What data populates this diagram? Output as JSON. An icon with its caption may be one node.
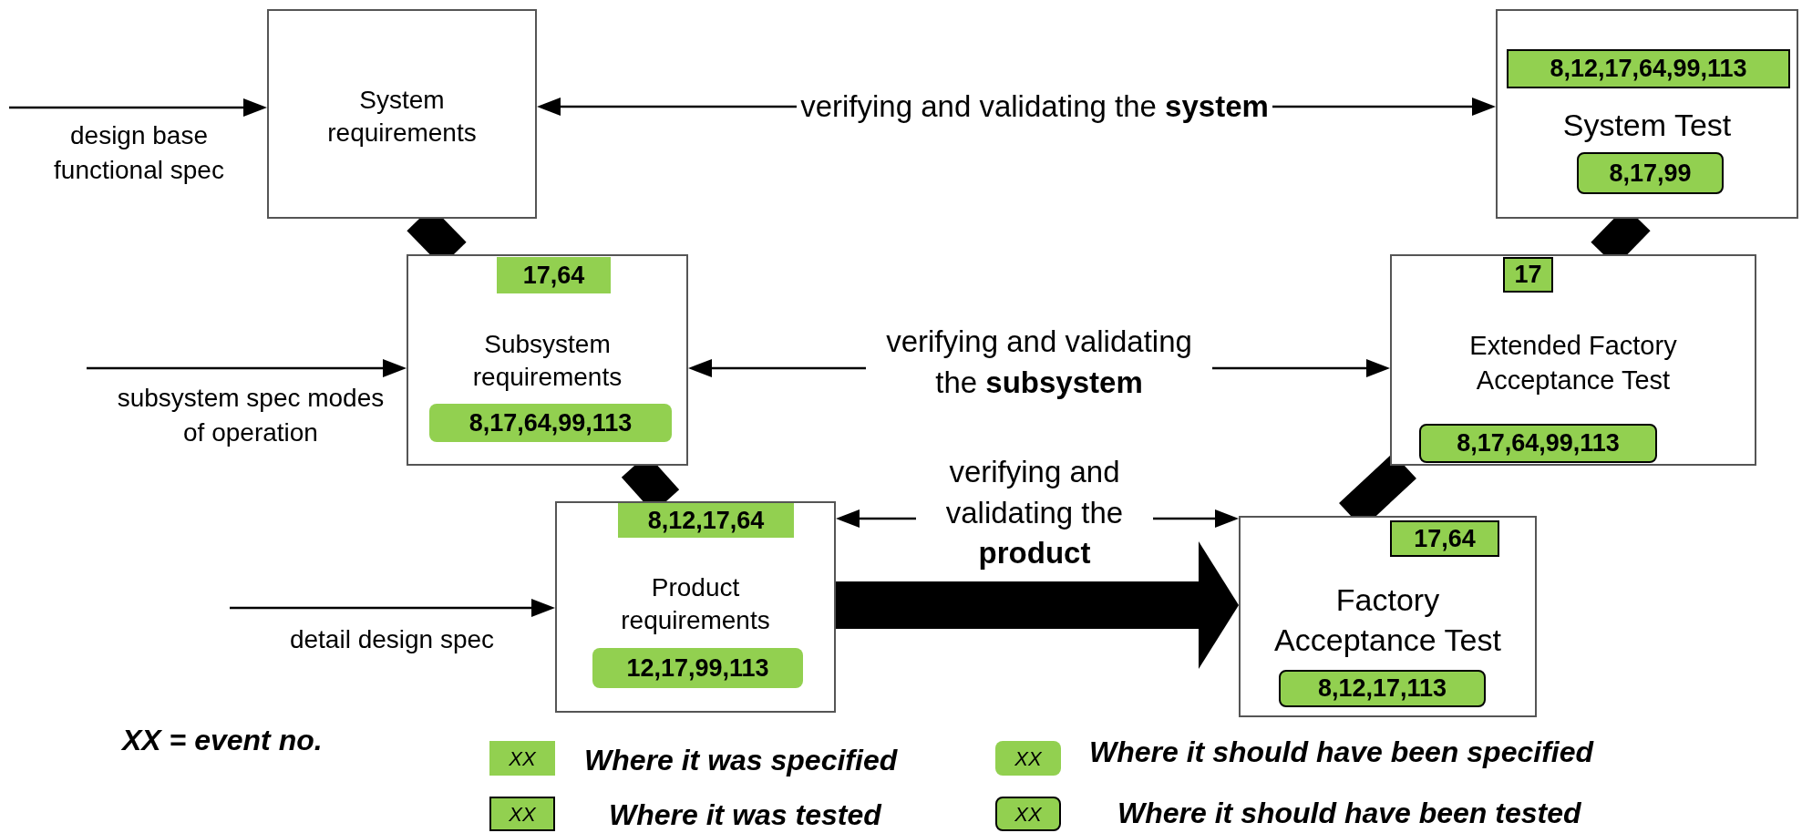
{
  "diagram": {
    "nodes": [
      {
        "text": [
          "System requirements"
        ]
      },
      {
        "text": [
          "System Test"
        ]
      },
      {
        "text": [
          "8,12,17,64,99,113"
        ],
        "in": 1
      },
      {
        "text": [
          "8,17,99"
        ],
        "in": 1
      },
      {
        "text": [
          "Subsystem requirements"
        ]
      },
      {
        "text": [
          "17,64"
        ],
        "in": 4
      },
      {
        "text": [
          "8,17,64,99,113"
        ],
        "in": 4
      },
      {
        "text": [
          "Extended Factory Acceptance Test"
        ]
      },
      {
        "text": [
          "17"
        ],
        "in": 7
      },
      {
        "text": [
          "8,17,64,99,113"
        ],
        "in": 7
      },
      {
        "text": [
          "Product requirements"
        ]
      },
      {
        "text": [
          "8,12,17,64"
        ],
        "in": 10
      },
      {
        "text": [
          "12,17,99,113"
        ],
        "in": 10
      },
      {
        "text": [
          "Factory Acceptance Test"
        ]
      },
      {
        "text": [
          "17,64"
        ],
        "in": 13
      },
      {
        "text": [
          "8,12,17,113"
        ],
        "in": 13
      }
    ],
    "edges": [
      {
        "from": null,
        "to": 0,
        "arrow": "to",
        "label": "design base functional spec"
      },
      {
        "from": null,
        "to": 4,
        "arrow": "to",
        "label": "subsystem spec modes of operation"
      },
      {
        "from": null,
        "to": 10,
        "arrow": "to",
        "label": "detail design spec"
      },
      {
        "from": 0,
        "to": 1,
        "arrow": "both",
        "label": "verifying and validating the **system**"
      },
      {
        "from": 4,
        "to": 7,
        "arrow": "both",
        "label": "verifying and validating the **subsystem**"
      },
      {
        "from": 10,
        "to": 13,
        "arrow": "both",
        "label": "verifying and validating the **product**"
      },
      {
        "from": 0,
        "to": 4,
        "arrow": "none",
        "style": "thick"
      },
      {
        "from": 4,
        "to": 10,
        "arrow": "none",
        "style": "thick"
      },
      {
        "from": 10,
        "to": 13,
        "arrow": "to",
        "style": "thick"
      },
      {
        "from": 13,
        "to": 7,
        "arrow": "none",
        "style": "thick"
      },
      {
        "from": 7,
        "to": 1,
        "arrow": "none",
        "style": "thick"
      }
    ],
    "labels": [
      "XX = event no.",
      "XX",
      "XX",
      "XX",
      "XX"
    ],
    "legend": [
      {
        "text": "Where it was specified",
        "color": "#92d050"
      },
      {
        "text": "Where it should have been specified",
        "color": "#92d050"
      },
      {
        "text": "Where it was tested",
        "color": "#92d050"
      },
      {
        "text": "Where it should have been tested",
        "color": "#92d050"
      }
    ]
  }
}
